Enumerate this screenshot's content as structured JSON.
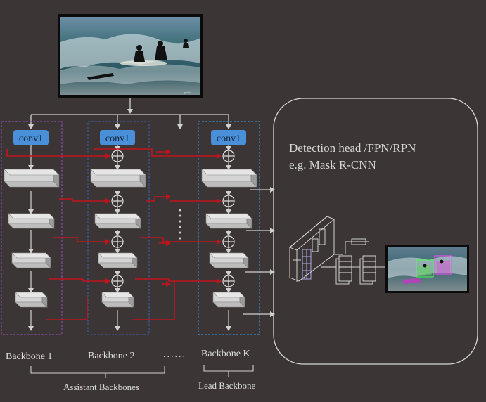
{
  "conv_label": "conv1",
  "backbones": [
    {
      "label": "Backbone 1"
    },
    {
      "label": "Backbone 2"
    },
    {
      "label": "Backbone K"
    }
  ],
  "ellipsis": "......",
  "groups": {
    "assistant": "Assistant Backbones",
    "lead": "Lead Backbone"
  },
  "detection": {
    "line1": "Detection head /FPN/RPN",
    "line2": "e.g. Mask R-CNN"
  },
  "colors": {
    "background": "#3b3635",
    "conv_box": "#4a90d8",
    "arrow": "#d0d0d0",
    "red_path": "#c0141c",
    "backbone1_border": "#8a4aa8",
    "backbone2_border": "#3a5a9a",
    "backboneK_border": "#3a8ac8"
  }
}
